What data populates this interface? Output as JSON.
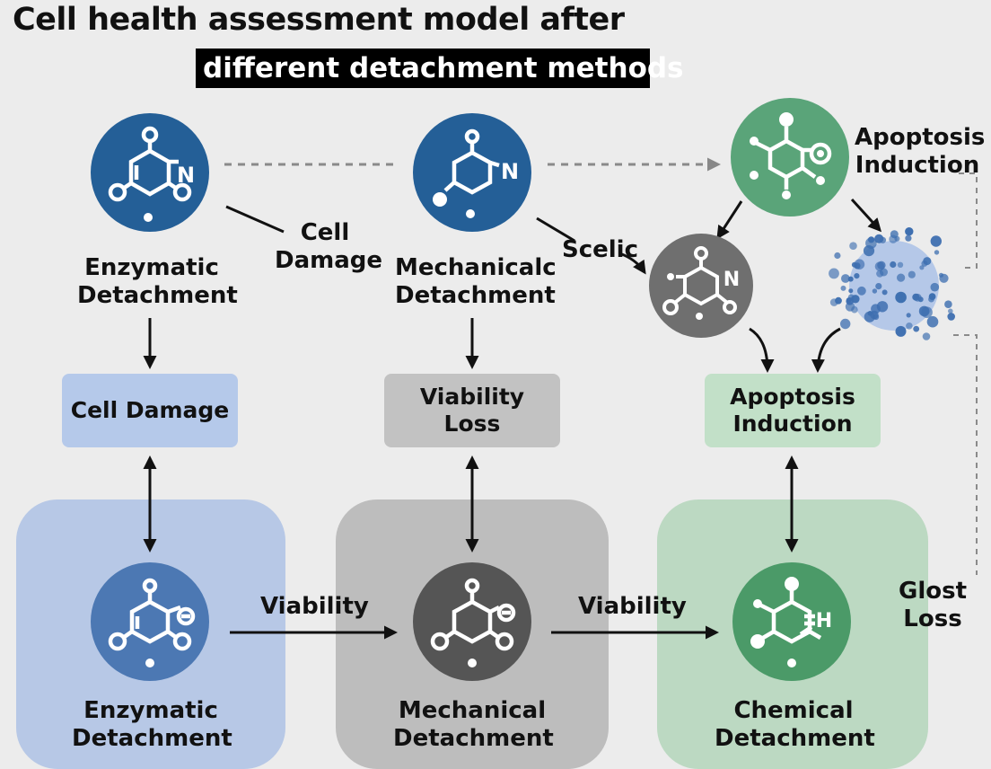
{
  "title": {
    "line1": "Cell health assessment model after",
    "line2": "different detachment methods"
  },
  "top_labels": {
    "enzymatic": [
      "Enzymatic",
      "Detachment"
    ],
    "cell_damage": [
      "Cell",
      "Damage"
    ],
    "mechanical": [
      "Mechanicalc",
      "Detachment"
    ],
    "scelic": "Scelic",
    "apoptosis": [
      "Apoptosis",
      "Induction"
    ]
  },
  "boxes": {
    "cell_damage": [
      "Cell Damage"
    ],
    "viability_loss": [
      "Viability",
      "Loss"
    ],
    "apoptosis_induction": [
      "Apoptosis",
      "Induction"
    ]
  },
  "bottom_labels": {
    "enzymatic": [
      "Enzymatic",
      "Detachment"
    ],
    "mechanical": [
      "Mechanical",
      "Detachment"
    ],
    "chemical": [
      "Chemical",
      "Detachment"
    ]
  },
  "arrow_labels": {
    "viability_1": "Viability",
    "viability_2": "Viability",
    "glost_loss": [
      "Glost",
      "Loss"
    ]
  },
  "icon_letters": {
    "n_top_left": "N",
    "n_top_mid": "N",
    "n_gray_mid": "N",
    "h_chemical": "H"
  },
  "colors": {
    "blue_circle": "#245f97",
    "blue_circle_bottom": "#4c78b3",
    "dark_gray_circle": "#555555",
    "gray_circle": "#6f6f6f",
    "green_circle": "#5aa479",
    "green_circle_bottom": "#4b9a68",
    "dots": "#3e6fb0"
  }
}
